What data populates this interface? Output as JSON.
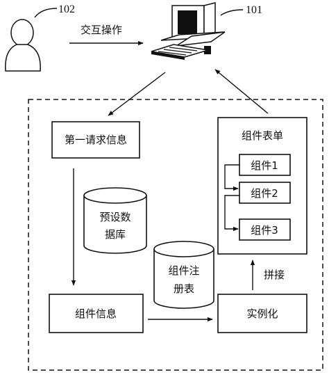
{
  "labels": {
    "user_ref": "102",
    "computer_ref": "101",
    "interaction": "交互操作",
    "first_request": "第一请求信息",
    "preset_db_line1": "预设数",
    "preset_db_line2": "据库",
    "component_registry_line1": "组件注",
    "component_registry_line2": "册表",
    "component_form": "组件表单",
    "component1": "组件1",
    "component2": "组件2",
    "component3": "组件3",
    "splice": "拼接",
    "component_info": "组件信息",
    "instantiate": "实例化"
  },
  "icons": {
    "user": "user-person-icon",
    "computer": "desktop-computer-icon"
  }
}
